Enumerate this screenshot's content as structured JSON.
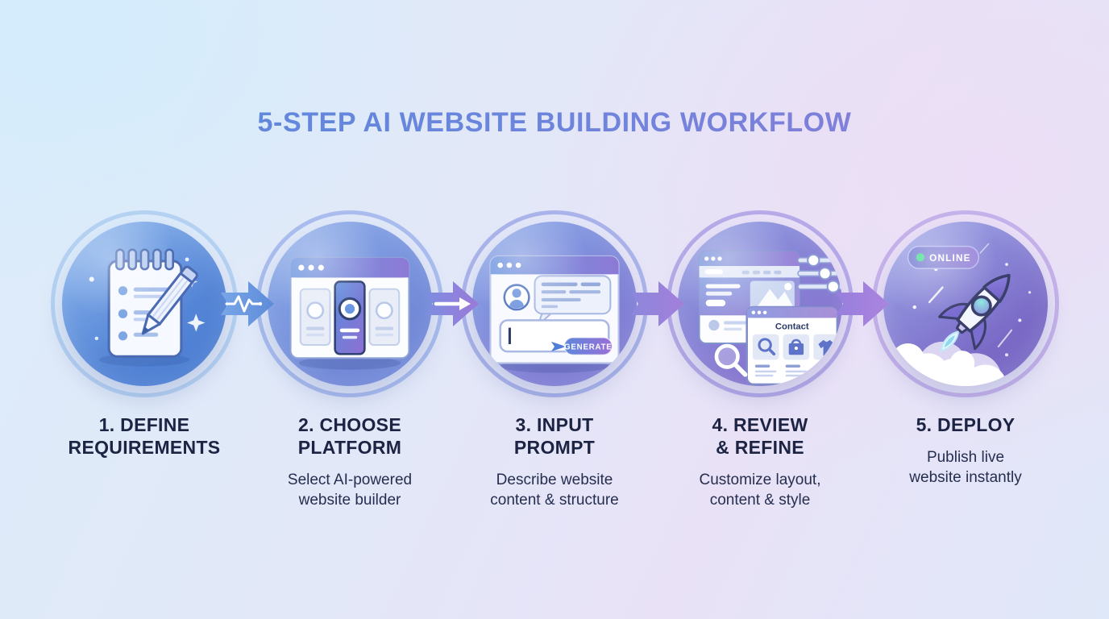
{
  "title": "5-STEP AI WEBSITE BUILDING WORKFLOW",
  "colors": {
    "background_left": "#dcecfa",
    "background_right": "#e9e2f7",
    "title_gradient_start": "#588add",
    "title_gradient_end": "#8f7cd8",
    "heading_text": "#1d2443",
    "body_text": "#262e50",
    "circle_blue": "#5585d6",
    "circle_purple": "#7a6ac6",
    "arrow_blue": "#6d9be2",
    "arrow_purple": "#a57fdc",
    "badge_green": "#43dd8c"
  },
  "steps": [
    {
      "icon": "notepad-pencil-icon",
      "title": "1. DEFINE\nREQUIREMENTS",
      "description": ""
    },
    {
      "icon": "browser-templates-icon",
      "title": "2. CHOOSE\nPLATFORM",
      "description": "Select AI-powered\nwebsite builder"
    },
    {
      "icon": "chat-prompt-icon",
      "title": "3. INPUT\nPROMPT",
      "description": "Describe website\ncontent & structure",
      "generate_label": "GENERATE"
    },
    {
      "icon": "windows-sliders-icon",
      "title": "4. REVIEW\n& REFINE",
      "description": "Customize layout,\ncontent & style",
      "contact_label": "Contact"
    },
    {
      "icon": "rocket-launch-icon",
      "title": "5. DEPLOY",
      "description": "Publish live\nwebsite instantly",
      "online_label": "ONLINE"
    }
  ]
}
